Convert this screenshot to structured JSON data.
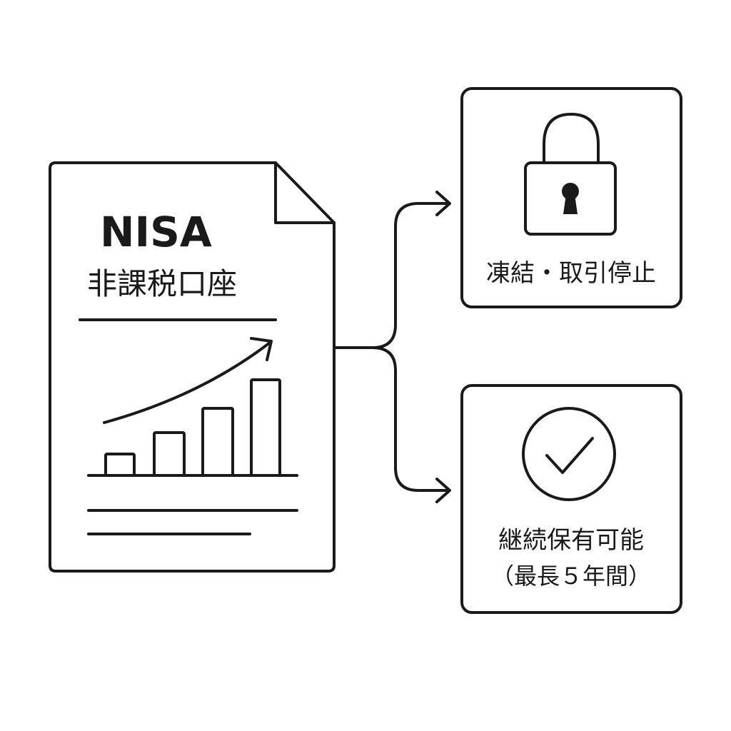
{
  "document": {
    "title": "NISA",
    "subtitle": "非課税口座"
  },
  "frozen_box": {
    "label": "凍結・取引停止",
    "icon": "padlock-icon"
  },
  "continue_box": {
    "label_line1": "継続保有可能",
    "label_line2": "（最長５年間）",
    "icon": "check-circle-icon"
  },
  "colors": {
    "stroke": "#1a1a1a",
    "background": "#ffffff"
  }
}
